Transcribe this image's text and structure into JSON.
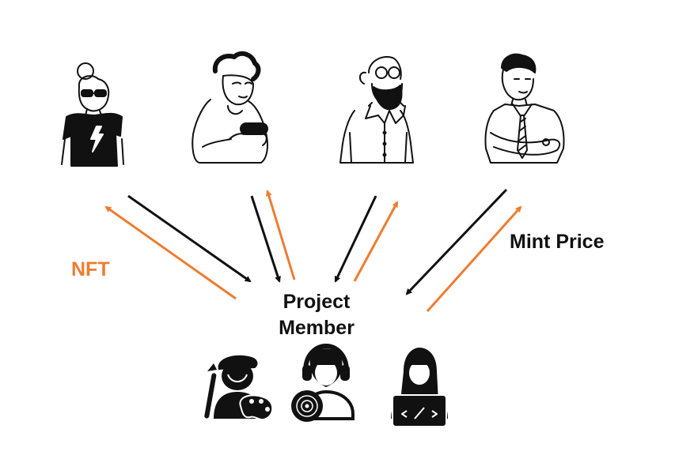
{
  "labels": {
    "nft": "NFT",
    "mint_price": "Mint Price",
    "center_line1": "Project",
    "center_line2": "Member"
  },
  "colors": {
    "orange": "#ED7D31",
    "black": "#111111"
  },
  "people": [
    {
      "icon": "woman-sunglasses-icon"
    },
    {
      "icon": "gamer-with-controller-icon"
    },
    {
      "icon": "bearded-man-glasses-icon"
    },
    {
      "icon": "businessman-tie-icon"
    }
  ],
  "members": [
    {
      "icon": "artist-painter-icon"
    },
    {
      "icon": "music-producer-dj-icon"
    },
    {
      "icon": "developer-laptop-icon"
    }
  ]
}
